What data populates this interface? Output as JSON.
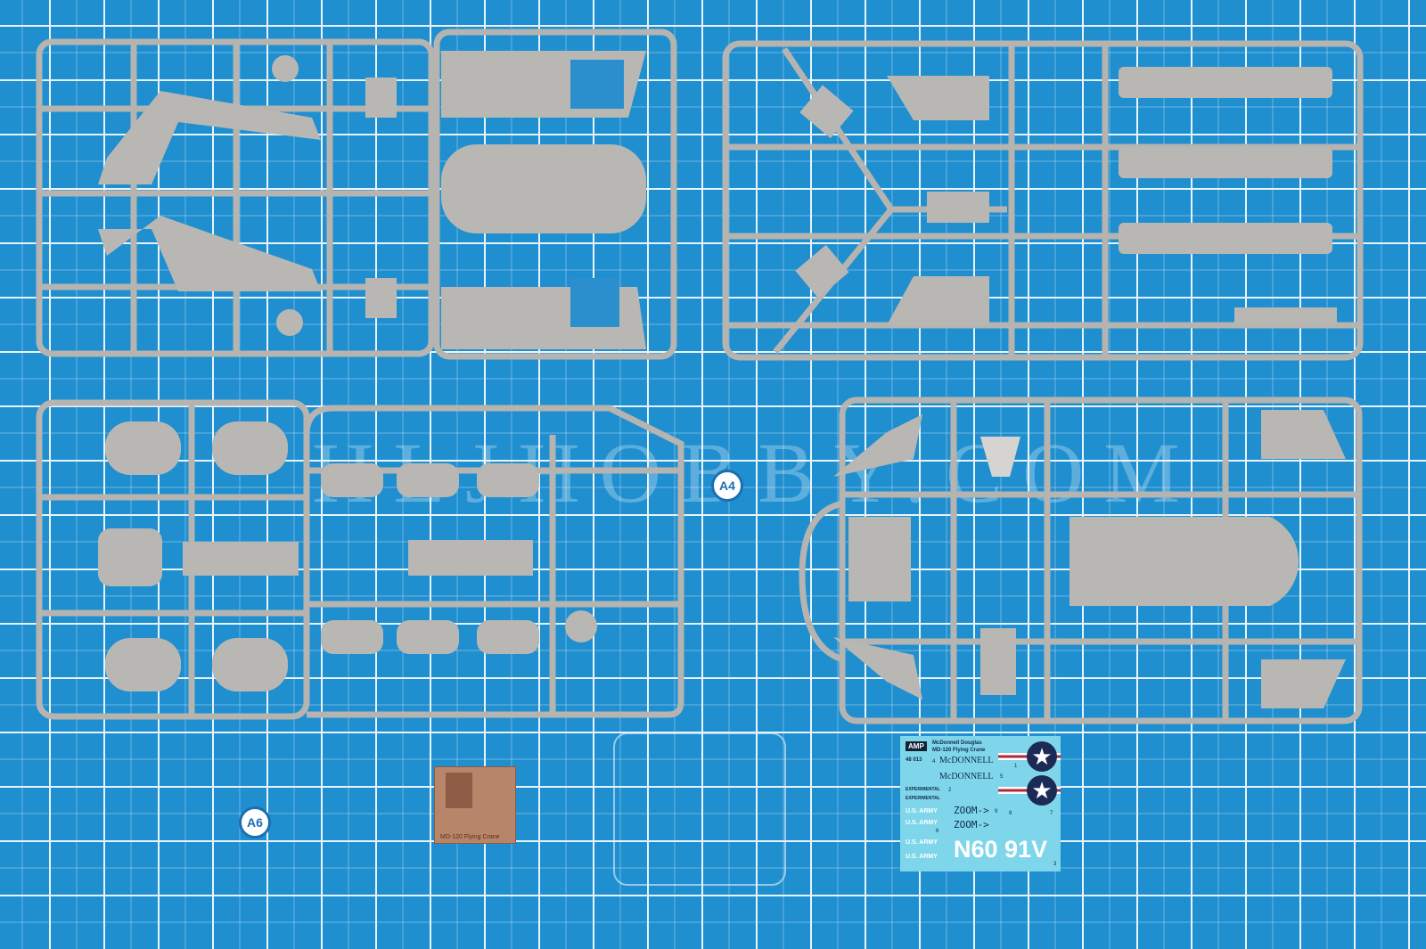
{
  "watermark": "HLJHOBBY.COM",
  "sprue_tags": [
    "A4",
    "A6"
  ],
  "photo_etch": {
    "label": "MD-120 Flying Crane"
  },
  "decal_sheet": {
    "brand": "AMP",
    "title_line1": "McDonnell Douglas",
    "title_line2": "MD-120 Flying Crane",
    "code": "48 013",
    "markings": [
      "McDONNELL",
      "McDONNELL",
      "EXPERIMENTAL",
      "EXPERIMENTAL",
      "U.S. ARMY",
      "U.S. ARMY",
      "U.S. ARMY",
      "U.S. ARMY"
    ],
    "zoom_1": "ZOOM->",
    "zoom_2": "ZOOM->",
    "registration": "N60 91V",
    "numbers": [
      "1",
      "2",
      "3",
      "4",
      "5",
      "6",
      "7",
      "8",
      "9"
    ]
  },
  "colors": {
    "mat": "#1f8fd0",
    "plastic": "#b9b7b3",
    "decal": "#7fd6ea"
  }
}
